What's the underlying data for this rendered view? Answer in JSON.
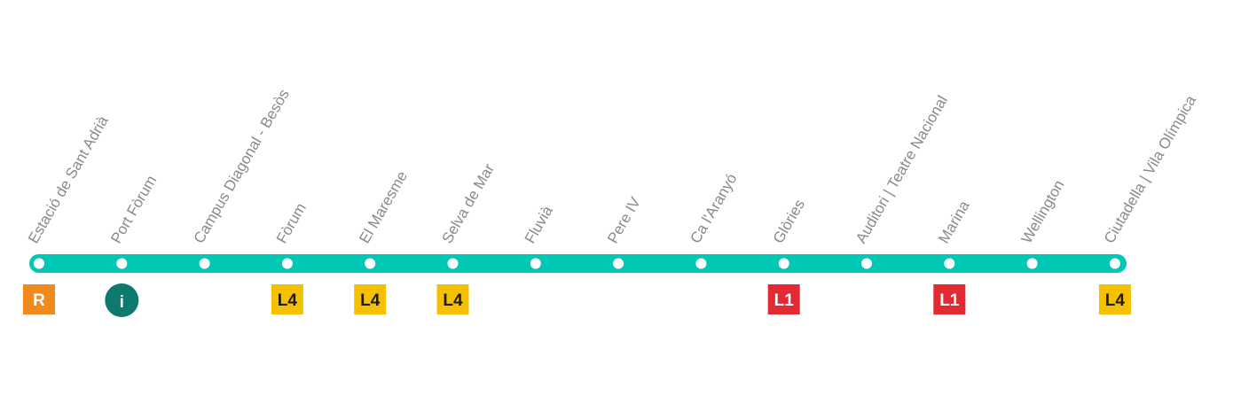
{
  "line": {
    "color": "#00c8b4",
    "stop_color": "#ffffff"
  },
  "stations": [
    {
      "name": "Estació de Sant Adrià",
      "connections": [
        {
          "label": "R",
          "kind": "rodalies"
        }
      ]
    },
    {
      "name": "Port Fòrum",
      "connections": [
        {
          "label": "i",
          "kind": "info"
        }
      ]
    },
    {
      "name": "Campus Diagonal - Besòs",
      "connections": []
    },
    {
      "name": "Fòrum",
      "connections": [
        {
          "label": "L4",
          "kind": "l4"
        }
      ]
    },
    {
      "name": "El Maresme",
      "connections": [
        {
          "label": "L4",
          "kind": "l4"
        }
      ]
    },
    {
      "name": "Selva de Mar",
      "connections": [
        {
          "label": "L4",
          "kind": "l4"
        }
      ]
    },
    {
      "name": "Fluvià",
      "connections": []
    },
    {
      "name": "Pere IV",
      "connections": []
    },
    {
      "name": "Ca l'Aranyó",
      "connections": []
    },
    {
      "name": "Glòries",
      "connections": [
        {
          "label": "L1",
          "kind": "l1"
        }
      ]
    },
    {
      "name": "Auditori | Teatre Nacional",
      "connections": []
    },
    {
      "name": "Marina",
      "connections": [
        {
          "label": "L1",
          "kind": "l1"
        }
      ]
    },
    {
      "name": "Wellington",
      "connections": []
    },
    {
      "name": "Ciutadella | Vila Olímpica",
      "connections": [
        {
          "label": "L4",
          "kind": "l4"
        }
      ]
    }
  ],
  "badge_styles": {
    "rodalies": {
      "background": "#f08a1c",
      "color": "#ffffff",
      "shape": "square"
    },
    "info": {
      "background": "#0e7a6e",
      "color": "#ffffff",
      "shape": "circle"
    },
    "l4": {
      "background": "#f5c000",
      "color": "#1a1a1a",
      "shape": "square"
    },
    "l1": {
      "background": "#e12a32",
      "color": "#ffffff",
      "shape": "square"
    }
  }
}
